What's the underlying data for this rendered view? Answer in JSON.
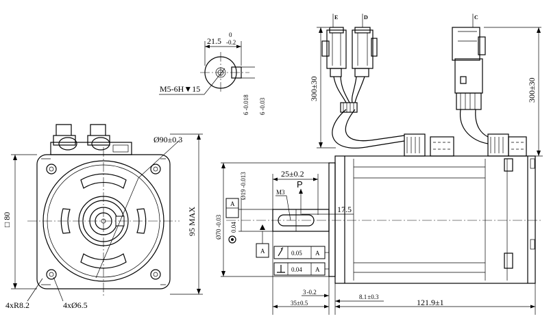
{
  "labels": {
    "flat_width": "21.5",
    "flat_width_tol_upper": "0",
    "flat_width_tol_lower": "-0.2",
    "thread": "M5-6H",
    "thread_depth": "15",
    "key_width_a": "6",
    "key_width_a_tol": "-0.018",
    "key_width_b": "6",
    "key_width_b_tol": "-0.03",
    "pilot_dia": "Ø90±0.3",
    "square": "□ 80",
    "max_size": "95 MAX",
    "mount_radius": "4xR8.2",
    "mount_holes": "4xØ6.5",
    "connector_e": "E",
    "connector_d": "D",
    "connector_c": "C",
    "cable_left": "300±30",
    "cable_right": "300±30",
    "key_length": "25±0.2",
    "key_length_tol": "",
    "point_p": "P",
    "m3": "M3",
    "key_height": "17.5",
    "spigot_dia": "Ø70",
    "spigot_tol": "-0.03",
    "shaft_dia": "Ø19",
    "shaft_tol": "-0.013",
    "runout_shaft": "0.04",
    "datum_a": "A",
    "runout_face": "0.05",
    "perp_face": "0.04",
    "spigot_len": "3",
    "spigot_len_tol": "-0.2",
    "shaft_len": "35±0.5",
    "flange_thk": "8.1",
    "flange_thk_tol": "±0.3",
    "body_len": "121.9±1"
  }
}
